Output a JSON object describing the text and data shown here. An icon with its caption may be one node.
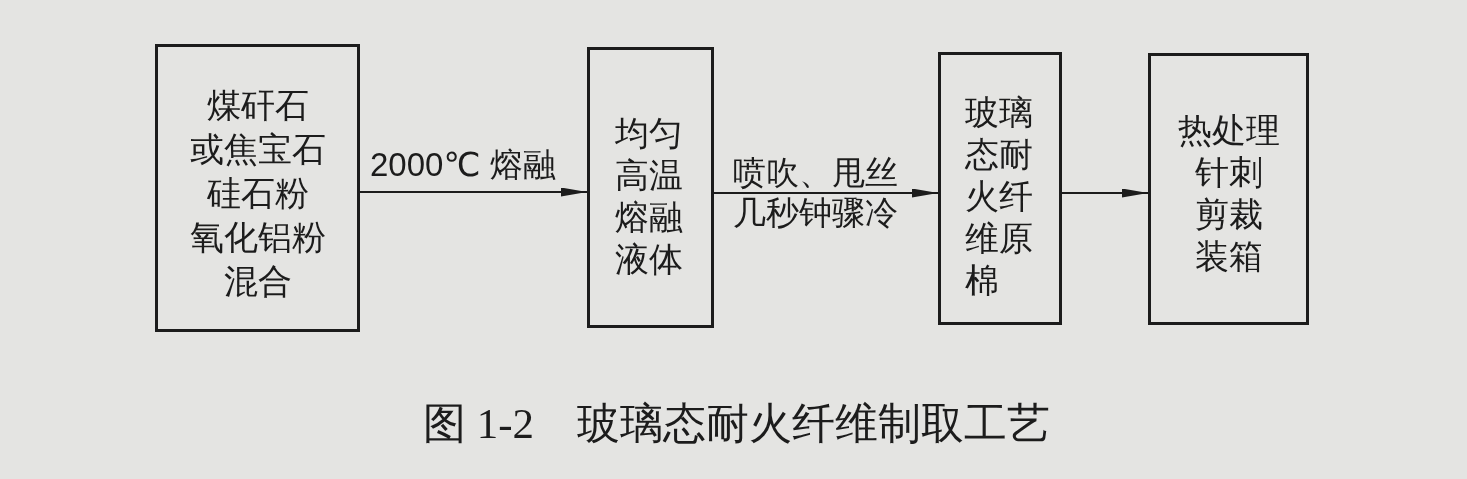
{
  "diagram": {
    "caption": "图 1-2　玻璃态耐火纤维制取工艺",
    "nodes": [
      {
        "text": [
          "煤矸石",
          "或焦宝石",
          "硅石粉",
          "氧化铝粉",
          "混合"
        ]
      },
      {
        "text": [
          "均匀高温熔融液体"
        ]
      },
      {
        "text": [
          "玻璃态耐火纤维原棉"
        ]
      },
      {
        "text": [
          "热处理",
          "针刺",
          "剪裁",
          "装箱"
        ]
      }
    ],
    "edges": [
      {
        "from": 0,
        "to": 1,
        "arrow": "to",
        "label": "2000℃ 熔融"
      },
      {
        "from": 1,
        "to": 2,
        "arrow": "to",
        "label": "喷吹、甩丝几秒钟骤冷"
      },
      {
        "from": 2,
        "to": 3,
        "arrow": "to"
      }
    ]
  }
}
